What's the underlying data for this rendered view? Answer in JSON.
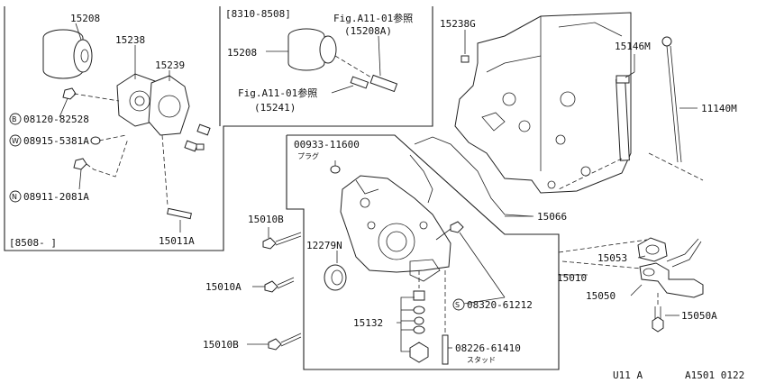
{
  "frames": {
    "inset_left_date": "[8508-    ]",
    "inset_top_date": "[8310-8508]"
  },
  "labels": {
    "p15208_a": "15208",
    "p15238": "15238",
    "p15239": "15239",
    "b08120": "08120-82528",
    "w08915": "08915-5381A",
    "n08911": "08911-2081A",
    "p15011a": "15011A",
    "p15208_b": "15208",
    "fig_a": "Fig.A11-01参照",
    "fig_a_ref": "(15208A)",
    "fig_b": "Fig.A11-01参照",
    "fig_b_ref": "(15241)",
    "p15238g": "15238G",
    "p15146m": "15146M",
    "p11140m": "11140M",
    "p00933": "00933-11600",
    "plug": "プラグ",
    "p15066": "15066",
    "p15010b_1": "15010B",
    "p12279n": "12279N",
    "p15010": "15010",
    "p15053": "15053",
    "p15010a": "15010A",
    "s08320": "08320-61212",
    "p15050": "15050",
    "p15050a": "15050A",
    "p15132": "15132",
    "p15010b_2": "15010B",
    "p08226": "08226-61410",
    "stud": "スタッド",
    "footer_left": "U11 A",
    "footer_right": "A1501 0122"
  },
  "prefixes": {
    "b": "B",
    "w": "W",
    "n": "N",
    "s": "S"
  }
}
